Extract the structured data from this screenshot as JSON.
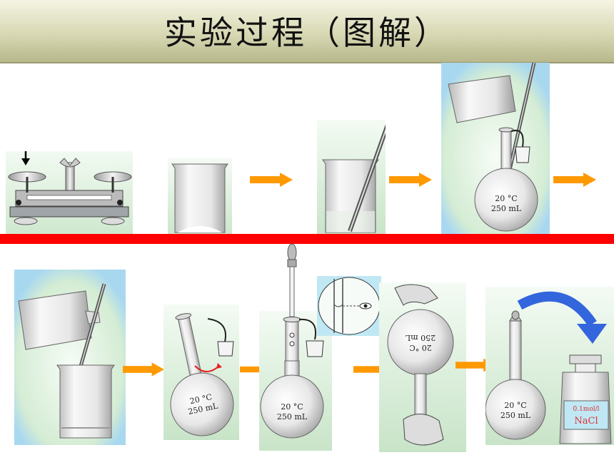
{
  "title": "实验过程（图解）",
  "flask_labels": {
    "temp": "20 °C",
    "volume": "250 mL"
  },
  "reagent_bottle": {
    "concentration": "0.1mol/l",
    "formula": "NaCl"
  },
  "colors": {
    "arrow": "#ff9900",
    "separator": "#ff0000",
    "curved_arrow": "#3366dd"
  }
}
